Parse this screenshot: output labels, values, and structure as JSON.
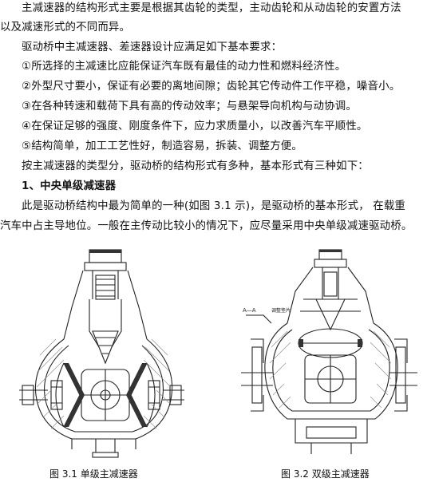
{
  "paragraphs": {
    "p1_line1": "主减速器的结构形式主要是根据其齿轮的类型，主动齿轮和从动齿轮的安置方法",
    "p1_line2": "以及减速形式的不同而异。",
    "p2": "驱动桥中主减速器、差速器设计应满足如下基本要求：",
    "req1": "①所选择的主减速比应能保证汽车既有最佳的动力性和燃料经济性。",
    "req2": "②外型尺寸要小，保证有必要的离地间隙；齿轮其它传动件工作平稳，噪音小。",
    "req3": "③在各种转速和载荷下具有高的传动效率；与悬架导向机构与动协调。",
    "req4": "④在保证足够的强度、刚度条件下，应力求质量小，以改善汽车平顺性。",
    "req5": "⑤结构简单，加工工艺性好，制造容易，拆装、调整方便。",
    "p3": "按主减速器的类型分，驱动桥的结构形式有多种，基本形式有三种如下：",
    "heading1": "1、中央单级减速器",
    "p4_line1": "此是驱动桥结构中最为简单的一种(如图 3.1 示)，是驱动桥的基本形式，  在载重",
    "p4_line2": "汽车中占主导地位。一般在主传动比较小的情况下，应尽量采用中央单级减速驱动桥。"
  },
  "figures": {
    "fig1_caption": "图 3.1   单级主减速器",
    "fig2_caption": "图 3.2   双级主减速器",
    "fig2_label_a": "A—A",
    "fig2_label_b": "调整垫片"
  }
}
